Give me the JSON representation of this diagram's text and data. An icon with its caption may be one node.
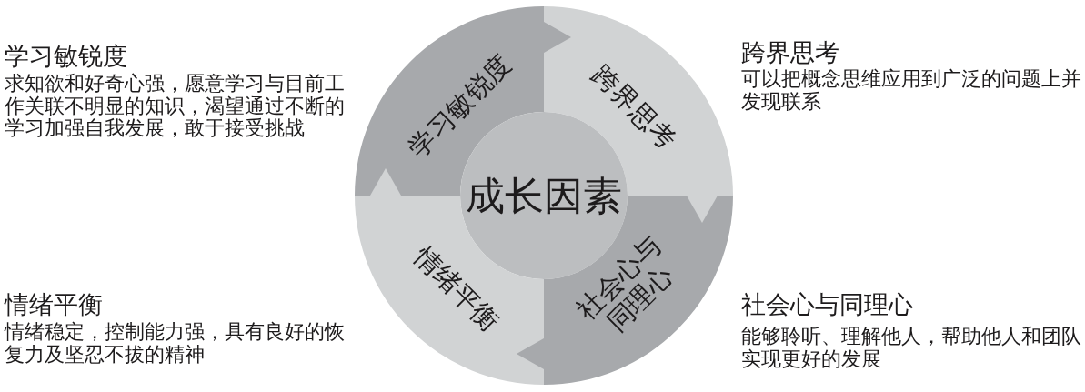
{
  "diagram": {
    "nodes": [
      {
        "text": [
          "学习敏锐度"
        ],
        "beside": [
          "学习敏锐度",
          "求知欲和好奇心强，愿意学习与目前工作关联不明显的知识，渴望通过不断的学习加强自我发展，敢于接受挑战"
        ]
      },
      {
        "text": [
          "跨界思考"
        ],
        "beside": [
          "跨界思考",
          "可以把概念思维应用到广泛的问题上并发现联系"
        ]
      },
      {
        "text": [
          "成长因素"
        ]
      },
      {
        "text": [
          "情绪平衡"
        ],
        "beside": [
          "情绪平衡",
          "情绪稳定，控制能力强，具有良好的恢复力及坚忍不拔的精神"
        ]
      },
      {
        "text": [
          "社会心与同理心"
        ],
        "beside": [
          "社会心与同理心",
          "能够聆听、理解他人，帮助他人和团队实现更好的发展"
        ]
      }
    ],
    "edges": [
      {
        "from": 0,
        "to": 1,
        "arrow": "to"
      },
      {
        "from": 1,
        "to": 4,
        "arrow": "to"
      },
      {
        "from": 4,
        "to": 3,
        "arrow": "to"
      },
      {
        "from": 3,
        "to": 0,
        "arrow": "to"
      }
    ]
  }
}
